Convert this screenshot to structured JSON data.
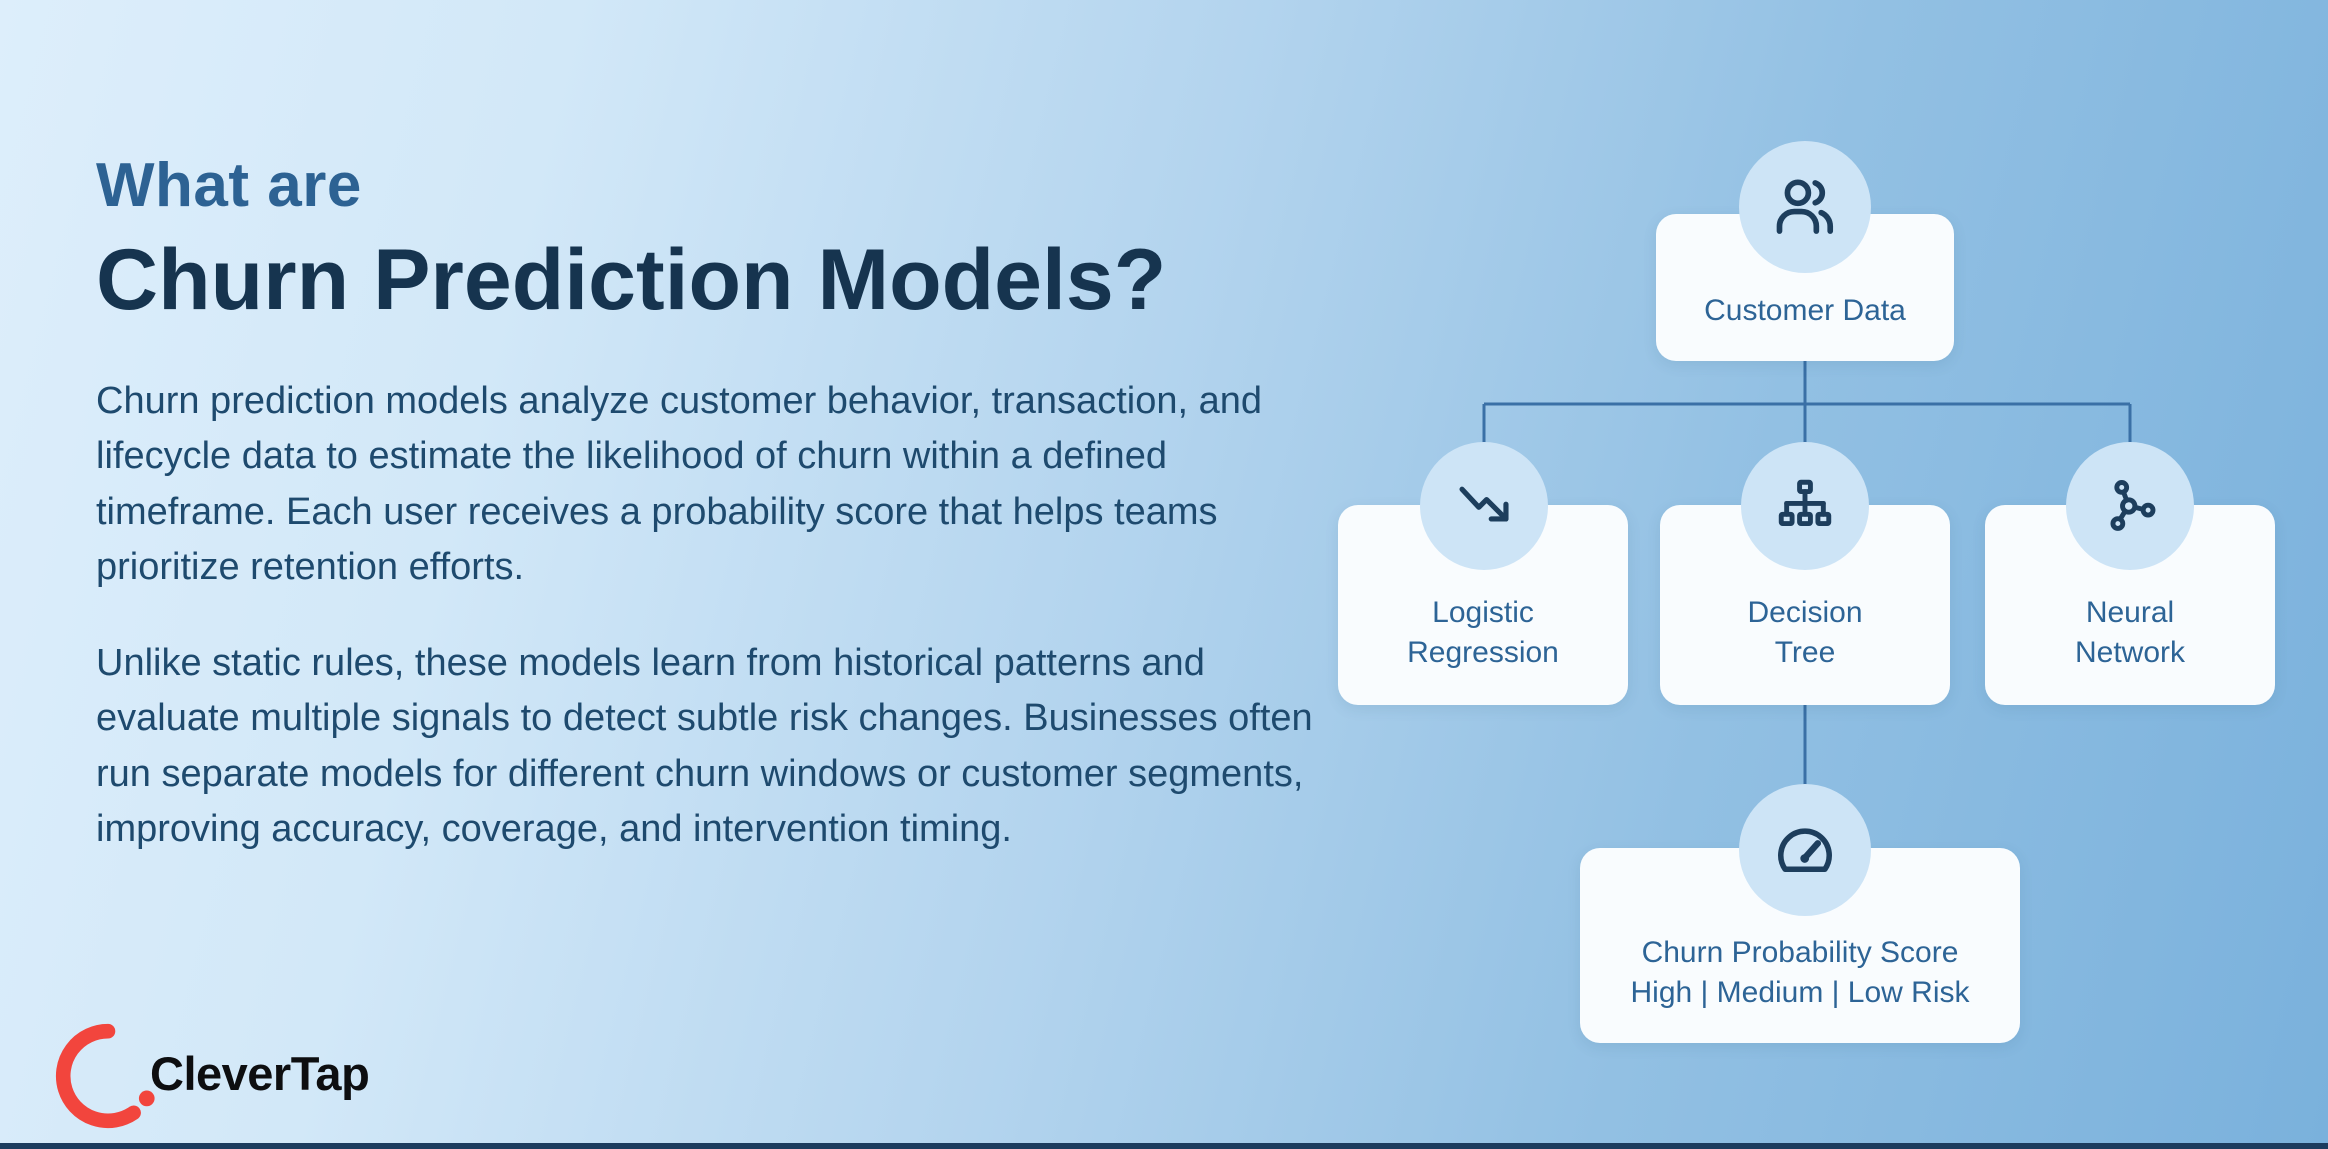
{
  "page": {
    "bg_gradient_start": "#ddeefb",
    "bg_gradient_end": "#7ab1dc",
    "bottom_bar_color": "#1c3c5e"
  },
  "header": {
    "title_line1": "What are",
    "title_line2": "Churn Prediction Models?"
  },
  "body_text": {
    "paragraph1": "Churn prediction models analyze customer behavior, transaction, and lifecycle data to estimate the likelihood of churn within a defined timeframe. Each user receives a probability score that helps teams prioritize retention efforts.",
    "paragraph2": "Unlike static rules, these models learn from historical patterns and evaluate multiple signals to detect subtle risk changes. Businesses often run separate models for different churn windows or customer segments, improving accuracy, coverage, and intervention timing."
  },
  "logo": {
    "text": "CleverTap",
    "arc_color": "#f2453d",
    "text_color": "#0d0e10"
  },
  "diagram": {
    "colors": {
      "card_bg": "#f9fcfe",
      "circle_bg": "#cde4f6",
      "icon": "#1d3e5d",
      "connector": "#3a70a6",
      "label": "#2d6496"
    },
    "nodes": {
      "customer": {
        "label": "Customer Data",
        "icon": "users-icon"
      },
      "logistic": {
        "label_line1": "Logistic",
        "label_line2": "Regression",
        "icon": "trend-down-icon"
      },
      "decision": {
        "label_line1": "Decision",
        "label_line2": "Tree",
        "icon": "sitemap-icon"
      },
      "neural": {
        "label_line1": "Neural",
        "label_line2": "Network",
        "icon": "network-icon"
      },
      "score": {
        "label_line1": "Churn Probability Score",
        "label_line2": "High | Medium | Low Risk",
        "icon": "gauge-icon"
      }
    }
  }
}
